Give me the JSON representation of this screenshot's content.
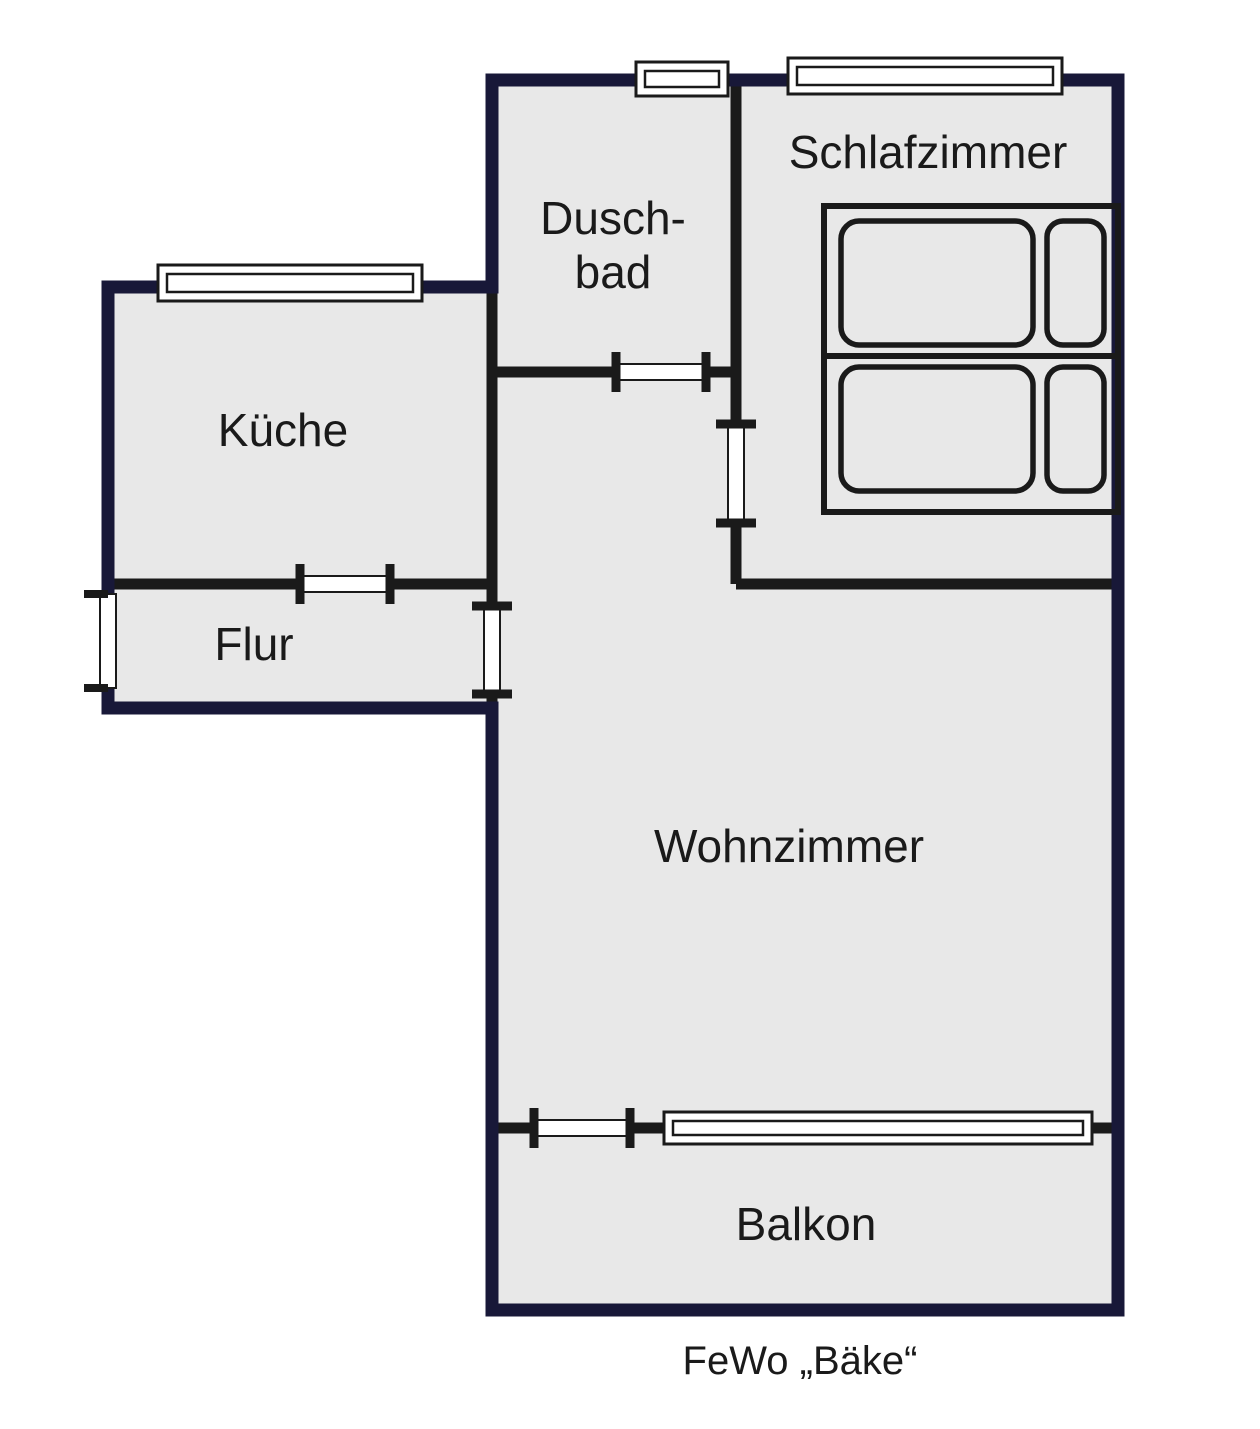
{
  "title": "FeWo „Bäke“",
  "labels": {
    "kueche": "Küche",
    "duschbad_line1": "Dusch-",
    "duschbad_line2": "bad",
    "schlafzimmer": "Schlafzimmer",
    "flur": "Flur",
    "wohnzimmer": "Wohnzimmer",
    "balkon": "Balkon"
  },
  "colors": {
    "outer_wall": "#181838",
    "inner_wall": "#1a1a1a",
    "room_fill": "#e8e8e8",
    "window_fill": "#ffffff",
    "text": "#1a1a1a"
  }
}
